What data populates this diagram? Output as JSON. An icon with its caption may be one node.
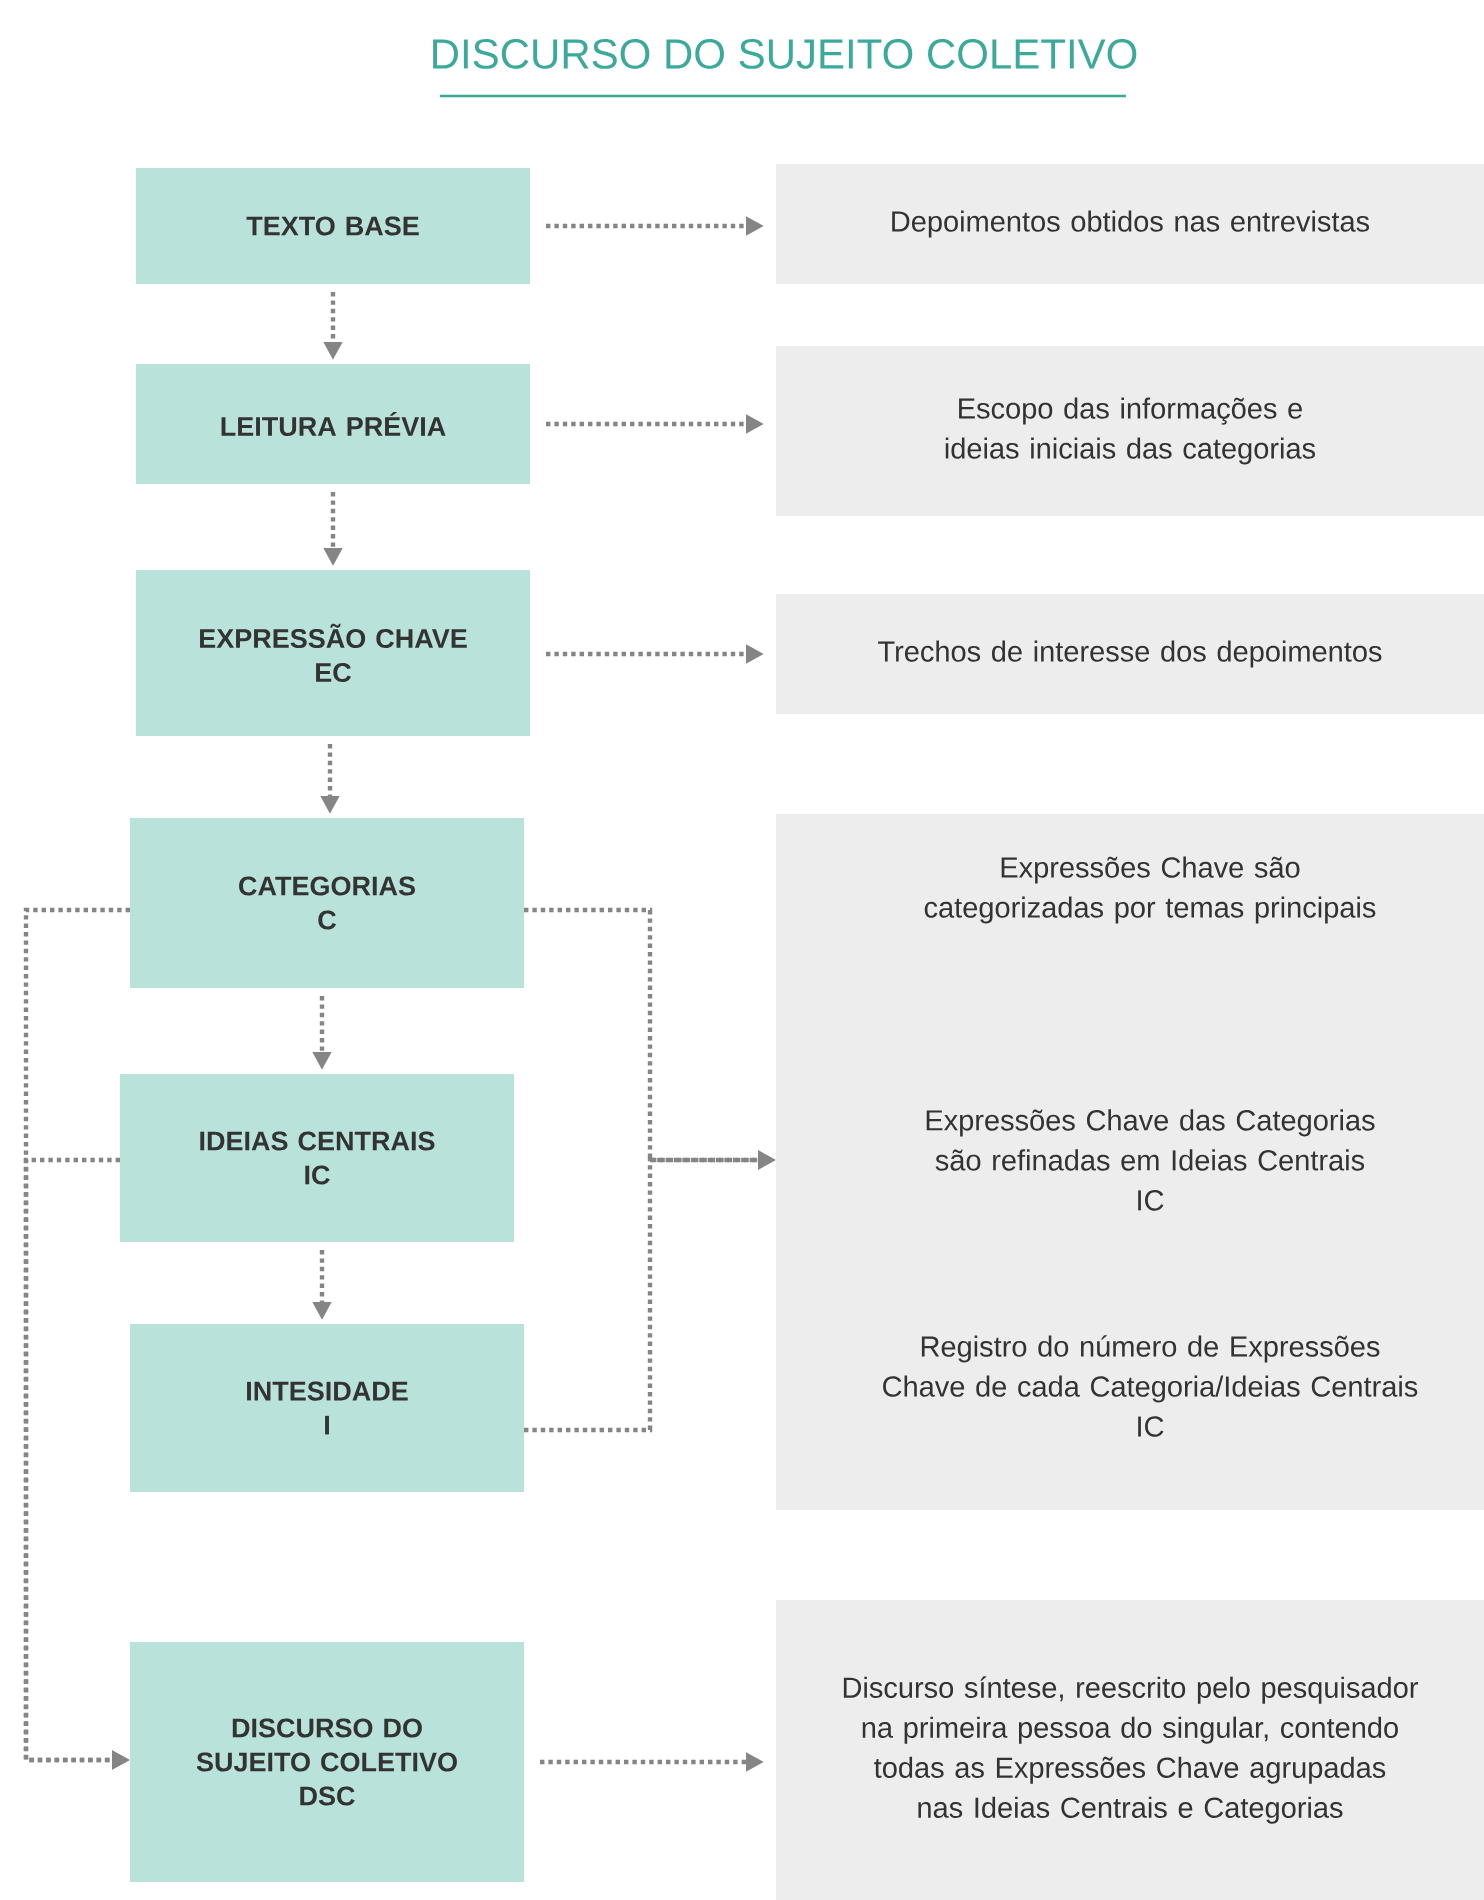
{
  "diagram": {
    "title": "DISCURSO DO SUJEITO COLETIVO",
    "nodes": [
      {
        "text": [
          "TEXTO BASE"
        ]
      },
      {
        "text": [
          "Depoimentos obtidos nas entrevistas"
        ]
      },
      {
        "text": [
          "LEITURA PRÉVIA"
        ]
      },
      {
        "text": [
          "Escopo das informações e ideias iniciais das categorias"
        ]
      },
      {
        "text": [
          "EXPRESSÃO CHAVE",
          "EC"
        ]
      },
      {
        "text": [
          "Trechos de interesse dos depoimentos"
        ]
      },
      {
        "text": [
          "CATEGORIAS",
          "C"
        ]
      },
      {
        "text": [
          "Expressões Chave são categorizadas por temas principais",
          "Expressões Chave das Categorias são refinadas em Ideias Centrais",
          "IC",
          "Registro do número de Expressões Chave de cada Categoria/Ideias Centrais",
          "IC"
        ]
      },
      {
        "text": [
          "IDEIAS CENTRAIS",
          "IC"
        ]
      },
      {
        "text": [
          "INTESIDADE",
          "I"
        ]
      },
      {
        "text": [
          "DISCURSO DO SUJEITO COLETIVO",
          "DSC"
        ]
      },
      {
        "text": [
          "Discurso síntese, reescrito pelo pesquisador na primeira pessoa do singular, contendo todas as Expressões Chave agrupadas nas Ideias Centrais e Categorias"
        ]
      }
    ],
    "edges": [
      {
        "from": 0,
        "to": 1,
        "arrow": "to"
      },
      {
        "from": 0,
        "to": 2,
        "arrow": "to"
      },
      {
        "from": 2,
        "to": 3,
        "arrow": "to"
      },
      {
        "from": 2,
        "to": 4,
        "arrow": "to"
      },
      {
        "from": 4,
        "to": 5,
        "arrow": "to"
      },
      {
        "from": 4,
        "to": 6,
        "arrow": "to"
      },
      {
        "from": 6,
        "to": 8,
        "arrow": "to"
      },
      {
        "from": 8,
        "to": 9,
        "arrow": "to"
      },
      {
        "from": 6,
        "to": 7,
        "arrow": "to"
      },
      {
        "from": 9,
        "to": 7,
        "arrow": "to"
      },
      {
        "from": 6,
        "to": 10,
        "arrow": "to"
      },
      {
        "from": 8,
        "to": 10,
        "arrow": "to"
      },
      {
        "from": 10,
        "to": 11,
        "arrow": "to"
      }
    ]
  }
}
